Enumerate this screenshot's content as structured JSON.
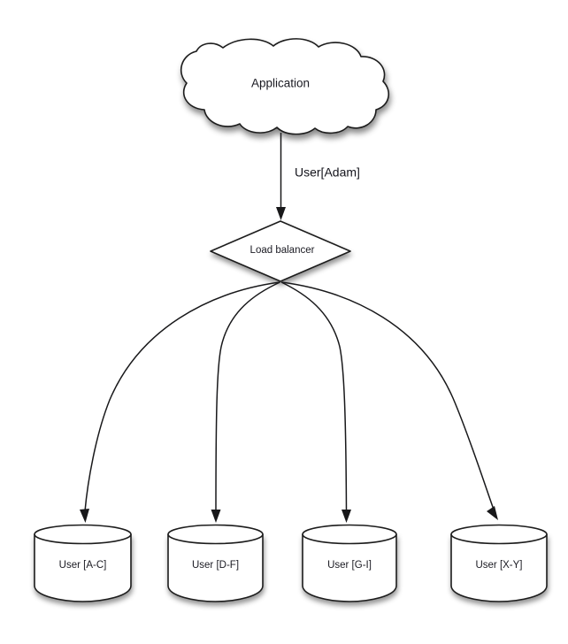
{
  "diagram": {
    "title_node": {
      "id": "application-cloud",
      "label": "Application",
      "shape": "cloud"
    },
    "balancer_node": {
      "id": "load-balancer",
      "label": "Load balancer",
      "shape": "diamond"
    },
    "request_edge": {
      "label": "User[Adam]",
      "from": "Application",
      "to": "Load balancer"
    },
    "shards": [
      {
        "id": "shard-a-c",
        "label": "User [A-C]",
        "shape": "cylinder"
      },
      {
        "id": "shard-d-f",
        "label": "User [D-F]",
        "shape": "cylinder"
      },
      {
        "id": "shard-g-i",
        "label": "User [G-I]",
        "shape": "cylinder"
      },
      {
        "id": "shard-x-y",
        "label": "User [X-Y]",
        "shape": "cylinder"
      }
    ],
    "colors": {
      "background": "#ffffff",
      "shape_fill": "#ffffff",
      "stroke": "#1c1c1c",
      "text": "#1a1a22",
      "shadow": "rgba(0,0,0,0.45)"
    }
  }
}
